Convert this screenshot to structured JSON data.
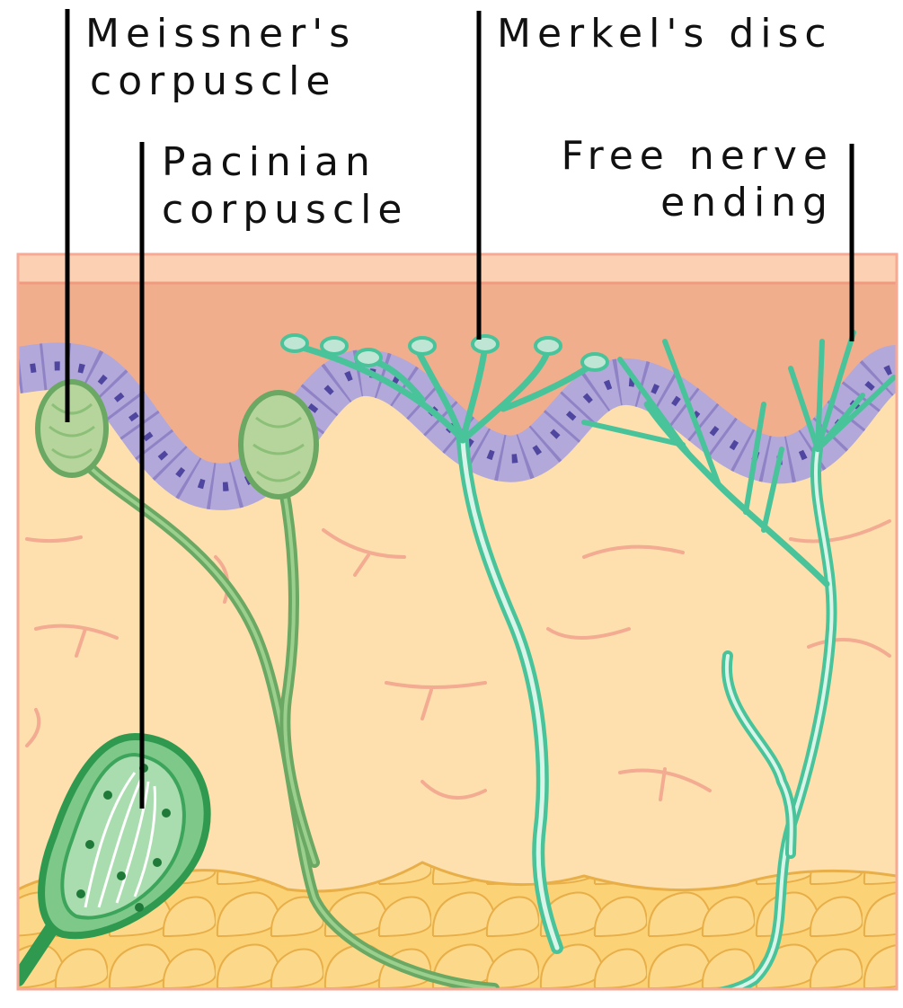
{
  "labels": {
    "meissner_line1": "Meissner's",
    "meissner_line2": "corpuscle",
    "merkel": "Merkel's disc",
    "pacinian_line1": "Pacinian",
    "pacinian_line2": "corpuscle",
    "free_line1": "Free nerve",
    "free_line2": "ending"
  },
  "colors": {
    "dermis": "#fddfad",
    "epidermis": "#f0ac8a",
    "stratum_corneum": "#fccfb1",
    "basal_cells": "#b4aadb",
    "cell_nuclei": "#5a4ea8",
    "fat_cells": "#fbd175",
    "corpuscle_green": "#5fa35f",
    "pacinian_green": "#2f9a4f",
    "nerve_teal": "#49c39a",
    "capillary": "#f2a88f",
    "leader_line": "#000000"
  }
}
